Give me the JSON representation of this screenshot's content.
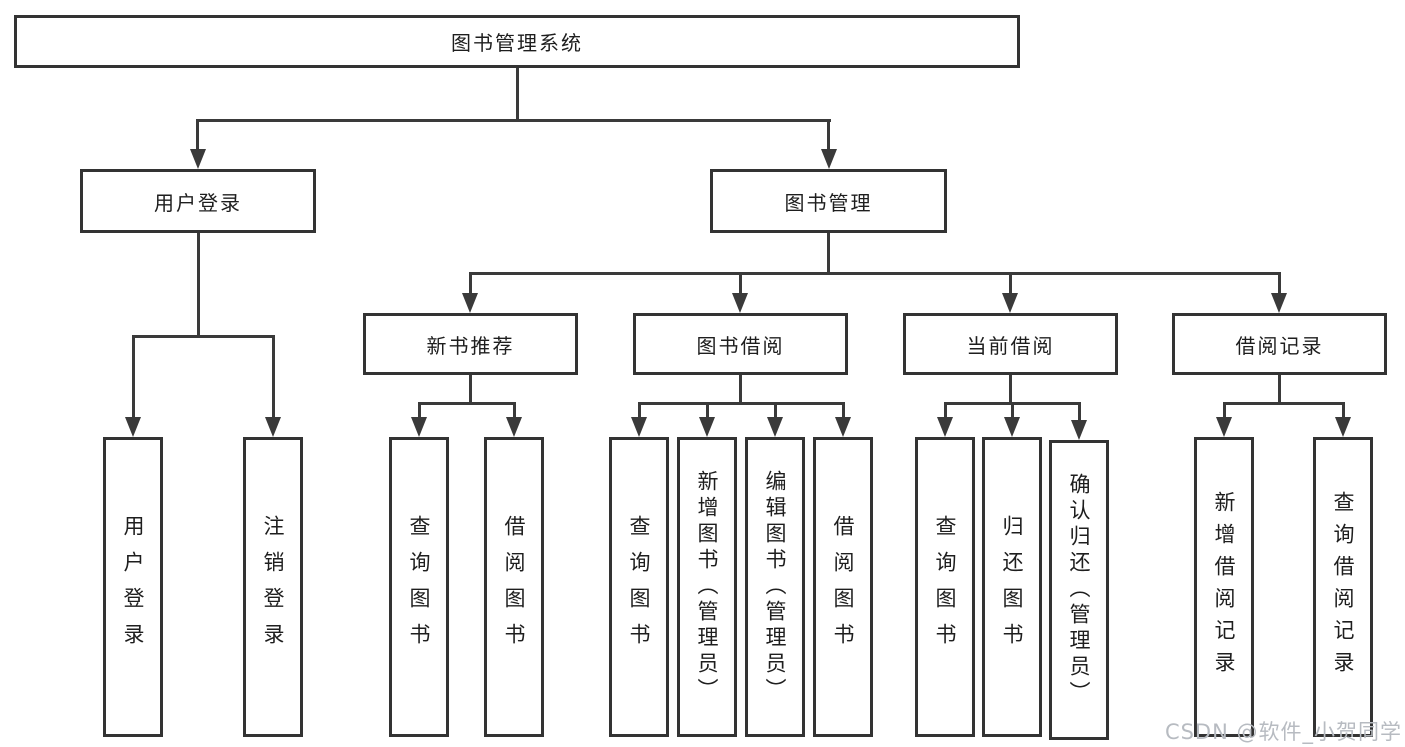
{
  "diagram": {
    "title": "图书管理系统",
    "root": {
      "label": "图书管理系统"
    },
    "children": [
      {
        "id": "user-login",
        "label": "用户登录",
        "leaves": [
          "用户登录",
          "注销登录"
        ]
      },
      {
        "id": "book-management",
        "label": "图书管理",
        "children": [
          {
            "id": "new-book-recommend",
            "label": "新书推荐",
            "leaves": [
              "查询图书",
              "借阅图书"
            ]
          },
          {
            "id": "book-borrow",
            "label": "图书借阅",
            "leaves": [
              "查询图书",
              "新增图书（管理员）",
              "编辑图书（管理员）",
              "借阅图书"
            ]
          },
          {
            "id": "current-borrow",
            "label": "当前借阅",
            "leaves": [
              "查询图书",
              "归还图书",
              "确认归还（管理员）"
            ]
          },
          {
            "id": "borrow-record",
            "label": "借阅记录",
            "leaves": [
              "新增借阅记录",
              "查询借阅记录"
            ]
          }
        ]
      }
    ],
    "colors": {
      "line": "#3a3a3a",
      "box_border": "#333333",
      "box_fill": "#ffffff",
      "text": "#1e1e1e"
    }
  },
  "watermark": {
    "text": "CSDN @软件_小贺同学",
    "color": "#b7bbc1"
  }
}
